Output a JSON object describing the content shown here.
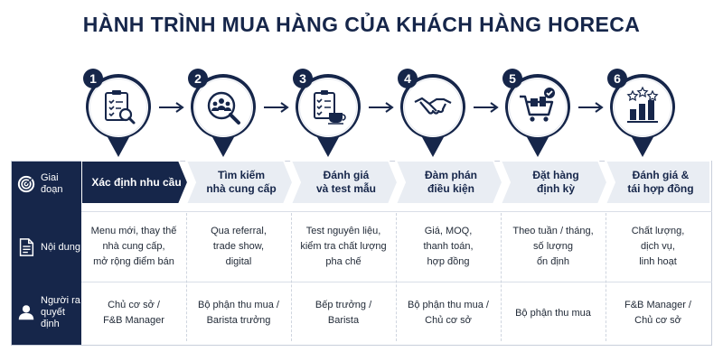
{
  "title": "HÀNH TRÌNH MUA HÀNG CỦA KHÁCH HÀNG HORECA",
  "colors": {
    "navy": "#16264a",
    "light": "#e9edf3",
    "white": "#ffffff"
  },
  "stages": [
    {
      "num": "1",
      "icon": "clipboard-search-icon",
      "label": "Xác định nhu cầu",
      "content": "Menu mới, thay thế\nnhà cung cấp,\nmở rộng điểm bán",
      "decider": "Chủ cơ sở /\nF&B Manager"
    },
    {
      "num": "2",
      "icon": "people-search-icon",
      "label": "Tìm kiếm\nnhà cung cấp",
      "content": "Qua referral,\ntrade show,\ndigital",
      "decider": "Bộ phận thu mua /\nBarista trưởng"
    },
    {
      "num": "3",
      "icon": "checklist-cup-icon",
      "label": "Đánh giá\nvà test mẫu",
      "content": "Test nguyên liệu,\nkiểm tra chất lượng\npha chế",
      "decider": "Bếp trưởng /\nBarista"
    },
    {
      "num": "4",
      "icon": "handshake-icon",
      "label": "Đàm phán\nđiều kiện",
      "content": "Giá, MOQ,\nthanh toán,\nhợp đồng",
      "decider": "Bộ phận thu mua /\nChủ cơ sở"
    },
    {
      "num": "5",
      "icon": "cart-check-icon",
      "label": "Đặt hàng\nđịnh kỳ",
      "content": "Theo tuần / tháng,\nsố lượng\nổn định",
      "decider": "Bộ phận thu mua"
    },
    {
      "num": "6",
      "icon": "rating-chart-icon",
      "label": "Đánh giá &\ntái hợp đồng",
      "content": "Chất lượng,\ndịch vụ,\nlinh hoạt",
      "decider": "F&B Manager /\nChủ cơ sở"
    }
  ],
  "rows": {
    "stage_label": "Giai đoạn",
    "content_label": "Nội dung",
    "decider_label": "Người ra\nquyết định"
  }
}
